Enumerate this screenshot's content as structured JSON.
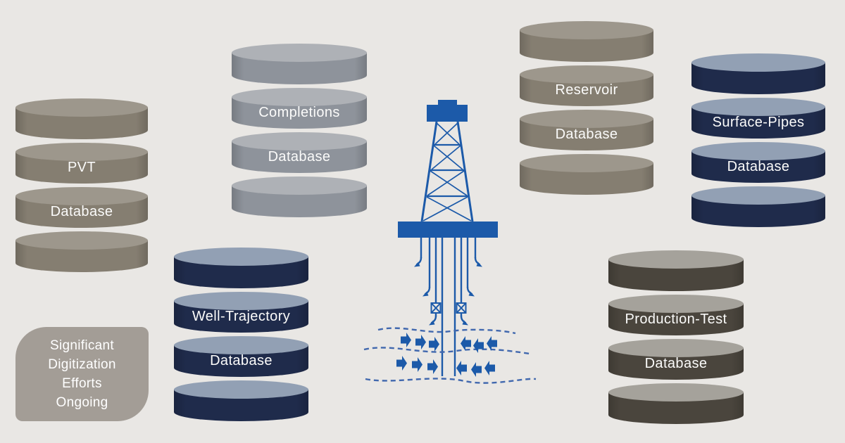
{
  "page": {
    "background_color": "#e9e7e4",
    "description": "Oil and gas data sources diagram"
  },
  "databases": [
    {
      "name": "PVT Database",
      "line1": "PVT",
      "line2": "Database",
      "theme": "taupe",
      "body_color": "#857e71",
      "rim_color": "#9d978c"
    },
    {
      "name": "Completions Database",
      "line1": "Completions",
      "line2": "Database",
      "theme": "steel",
      "body_color": "#8e939b",
      "rim_color": "#aeb1b6"
    },
    {
      "name": "Reservoir Database",
      "line1": "Reservoir",
      "line2": "Database",
      "theme": "taupe",
      "body_color": "#857e71",
      "rim_color": "#9d978c"
    },
    {
      "name": "Surface-Pipes Database",
      "line1": "Surface-Pipes",
      "line2": "Database",
      "theme": "navy",
      "body_color": "#1f2b4b",
      "rim_color": "#92a0b4"
    },
    {
      "name": "Well-Trajectory Database",
      "line1": "Well-Trajectory",
      "line2": "Database",
      "theme": "navy",
      "body_color": "#1f2b4b",
      "rim_color": "#92a0b4"
    },
    {
      "name": "Production-Test Database",
      "line1": "Production-Test",
      "line2": "Database",
      "theme": "charcoal",
      "body_color": "#4a453d",
      "rim_color": "#a5a29b"
    }
  ],
  "note": {
    "line1": "Significant",
    "line2": "Digitization",
    "line3": "Efforts",
    "line4": "Ongoing",
    "background_color": "#a39d96",
    "text_color": "#ffffff"
  },
  "illustration": {
    "name": "oil-drilling-rig",
    "primary_color": "#1c5aa9",
    "dashed_layer_color": "#4168ae"
  }
}
